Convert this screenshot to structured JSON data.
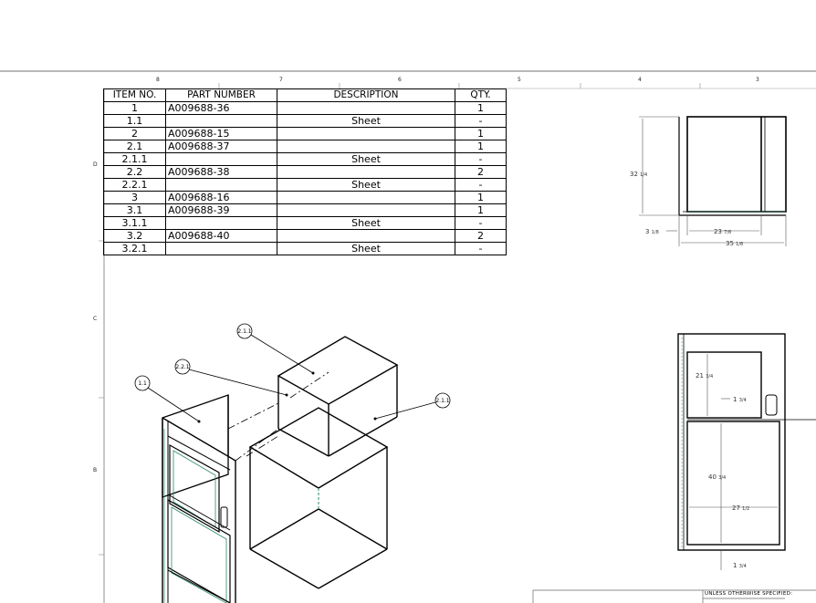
{
  "zones": {
    "top": [
      "8",
      "7",
      "6",
      "5",
      "4",
      "3"
    ],
    "left": [
      "D",
      "C",
      "B"
    ]
  },
  "bom": {
    "headers": [
      "ITEM NO.",
      "PART NUMBER",
      "DESCRIPTION",
      "QTY."
    ],
    "rows": [
      {
        "item": "1",
        "part": "A009688-36",
        "desc": "",
        "qty": "1"
      },
      {
        "item": "1.1",
        "part": "",
        "desc": "Sheet",
        "qty": "-"
      },
      {
        "item": "2",
        "part": "A009688-15",
        "desc": "",
        "qty": "1"
      },
      {
        "item": "2.1",
        "part": "A009688-37",
        "desc": "",
        "qty": "1"
      },
      {
        "item": "2.1.1",
        "part": "",
        "desc": "Sheet",
        "qty": "-"
      },
      {
        "item": "2.2",
        "part": "A009688-38",
        "desc": "",
        "qty": "2"
      },
      {
        "item": "2.2.1",
        "part": "",
        "desc": "Sheet",
        "qty": "-"
      },
      {
        "item": "3",
        "part": "A009688-16",
        "desc": "",
        "qty": "1"
      },
      {
        "item": "3.1",
        "part": "A009688-39",
        "desc": "",
        "qty": "1"
      },
      {
        "item": "3.1.1",
        "part": "",
        "desc": "Sheet",
        "qty": "-"
      },
      {
        "item": "3.2",
        "part": "A009688-40",
        "desc": "",
        "qty": "2"
      },
      {
        "item": "3.2.1",
        "part": "",
        "desc": "Sheet",
        "qty": "-"
      }
    ]
  },
  "balloons": [
    "1.1",
    "2.2.1",
    "2.1.1",
    "2.1.1"
  ],
  "dimensions": {
    "top_view": {
      "height": "32",
      "height_frac": "1/4",
      "left": "3",
      "left_frac": "1/8",
      "inner": "23",
      "inner_frac": "7/8",
      "overall": "35",
      "overall_frac": "1/8"
    },
    "front_view": {
      "upper": "21",
      "upper_frac": "3/4",
      "gap": "1",
      "gap_frac": "3/4",
      "lower": "40",
      "lower_frac": "3/4",
      "width": "27",
      "width_frac": "1/2",
      "bottom": "1",
      "bottom_frac": "3/4"
    }
  },
  "notes": "UNLESS OTHERWISE SPECIFIED:"
}
